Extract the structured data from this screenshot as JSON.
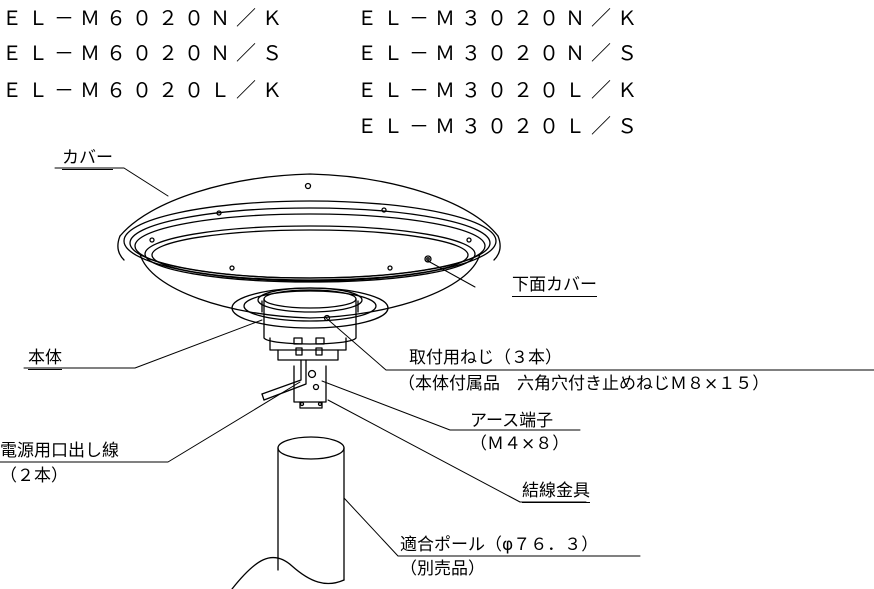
{
  "models": {
    "left": [
      "ＥＬ－Ｍ６０２０Ｎ／Ｋ",
      "ＥＬ－Ｍ６０２０Ｎ／Ｓ",
      "ＥＬ－Ｍ６０２０Ｌ／Ｋ"
    ],
    "right": [
      "ＥＬ－Ｍ３０２０Ｎ／Ｋ",
      "ＥＬ－Ｍ３０２０Ｎ／Ｓ",
      "ＥＬ－Ｍ３０２０Ｌ／Ｋ",
      "ＥＬ－Ｍ３０２０Ｌ／Ｓ"
    ]
  },
  "labels": {
    "cover": "カバー",
    "bottom_cover": "下面カバー",
    "body": "本体",
    "mounting_screw": "取付用ねじ（３本）",
    "mounting_screw_note": "（本体付属品　六角穴付き止めねじＭ８×１５）",
    "earth_terminal": "アース端子",
    "earth_terminal_note": "（Ｍ４×８）",
    "power_wire": "電源用口出し線",
    "power_wire_note": "（２本）",
    "wire_bracket": "結線金具",
    "pole": "適合ポール（φ７６．３）",
    "pole_note": "（別売品）"
  }
}
